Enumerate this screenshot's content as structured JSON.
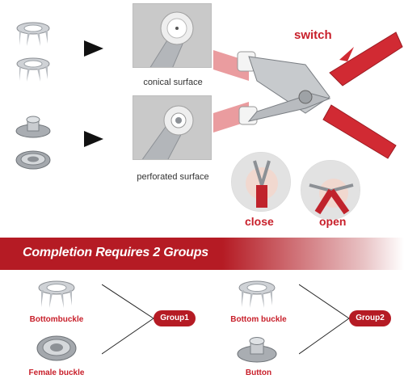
{
  "top": {
    "zoom_top_caption": "conical surface",
    "zoom_bottom_caption": "perforated surface",
    "switch_label": "switch",
    "close_label": "close",
    "open_label": "open"
  },
  "banner": {
    "title": "Completion Requires 2 Groups",
    "accent_color": "#b51b24"
  },
  "groups": [
    {
      "pill": "Group1",
      "items": [
        {
          "label": "Bottombuckle",
          "icon": "open-prong-ring-icon"
        },
        {
          "label": "Female buckle",
          "icon": "female-socket-icon"
        }
      ]
    },
    {
      "pill": "Group2",
      "items": [
        {
          "label": "Bottom buckle",
          "icon": "open-prong-ring-icon"
        },
        {
          "label": "Button",
          "icon": "stud-button-icon"
        }
      ]
    }
  ],
  "colors": {
    "brand_red": "#c8202b",
    "banner_red": "#b51b24"
  }
}
